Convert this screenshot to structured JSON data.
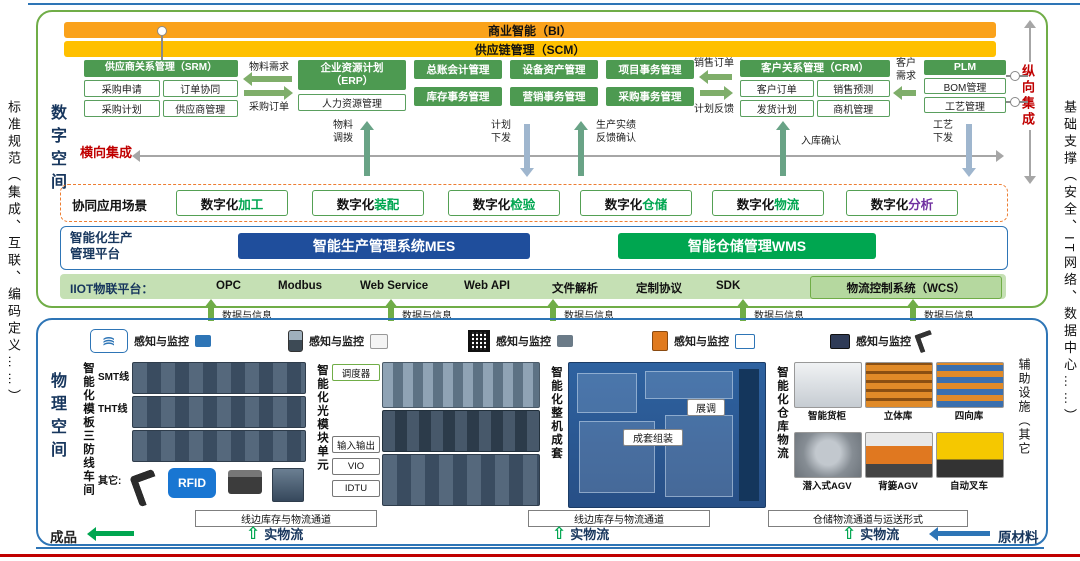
{
  "rails": {
    "left": "标准规范（集成、互联、编码定义……）",
    "right": "基础支撑（安全、IT网络、数据中心……）"
  },
  "digital": {
    "space_label": "数字空间",
    "vertical_integration": "纵向集成",
    "horizontal_integration": "横向集成",
    "bi_bar": "商业智能（BI）",
    "scm_bar": "供应链管理（SCM）",
    "srm": {
      "title": "供应商关系管理（SRM）",
      "items": [
        "采购申请",
        "订单协同",
        "采购计划",
        "供应商管理"
      ]
    },
    "erp": {
      "title": "企业资源计划（ERP）",
      "item": "人力资源管理"
    },
    "erp_modules": [
      "总账会计管理",
      "设备资产管理",
      "项目事务管理",
      "库存事务管理",
      "营销事务管理",
      "采购事务管理"
    ],
    "crm": {
      "title": "客户关系管理（CRM）",
      "items": [
        "客户订单",
        "销售预测",
        "发货计划",
        "商机管理"
      ]
    },
    "plm": {
      "title": "PLM",
      "items": [
        "BOM管理",
        "工艺管理"
      ]
    },
    "flows": {
      "material_demand": "物料需求",
      "purchase_order": "采购订单",
      "sales_order": "销售订单",
      "plan_feedback": "计划反馈",
      "customer_demand": "客户需求",
      "material_transfer": "物料调拨",
      "plan_release": "计划下发",
      "production_feedback": "生产实绩反馈确认",
      "inbound_confirmation": "入库确认",
      "process_release": "工艺下发"
    },
    "scenarios": {
      "label": "协同应用场景",
      "items": [
        {
          "prefix": "数字化",
          "suffix": "加工",
          "color": "#00A650"
        },
        {
          "prefix": "数字化",
          "suffix": "装配",
          "color": "#00A650"
        },
        {
          "prefix": "数字化",
          "suffix": "检验",
          "color": "#00A650"
        },
        {
          "prefix": "数字化",
          "suffix": "仓储",
          "color": "#00A650"
        },
        {
          "prefix": "数字化",
          "suffix": "物流",
          "color": "#00A650"
        },
        {
          "prefix": "数字化",
          "suffix": "分析",
          "color": "#7030A0"
        }
      ]
    },
    "platform": {
      "label": "智能化生产管理平台",
      "mes": "智能生产管理系统MES",
      "wms": "智能仓储管理WMS"
    },
    "iiot": {
      "label": "IIOT物联平台：",
      "protocols": [
        "OPC",
        "Modbus",
        "Web Service",
        "Web API",
        "文件解析",
        "定制协议",
        "SDK"
      ],
      "wcs": "物流控制系统（WCS）"
    }
  },
  "links": {
    "data_info": "数据与信息"
  },
  "physical": {
    "space_label": "物理空间",
    "aux_label": "辅助设施（其它",
    "sense_label": "感知与监控",
    "workshop": {
      "title": "智能化模板三防线车间",
      "smt": "SMT线",
      "tht": "THT线",
      "other": "其它:",
      "rfid": "RFID"
    },
    "optical": {
      "title": "智能化光模块单元",
      "scheduler": "调度器",
      "io": "输入输出",
      "vio": "VIO",
      "idtu": "IDTU"
    },
    "assembly": {
      "title": "智能化整机成套",
      "commissioning": "展调",
      "kitting": "成套组装"
    },
    "warehouse": {
      "title": "智能化仓库物流",
      "items": [
        "智能货柜",
        "立体库",
        "四向库",
        "潜入式AGV",
        "背篓AGV",
        "自动叉车"
      ]
    },
    "side_channel": "线边库存与物流通道",
    "warehouse_channel": "仓储物流通道与运送形式",
    "flow_label": "实物流",
    "finished_goods": "成品",
    "raw_materials": "原材料"
  },
  "icons": {
    "wifi": ")))",
    "up_arrow": "⇧"
  }
}
